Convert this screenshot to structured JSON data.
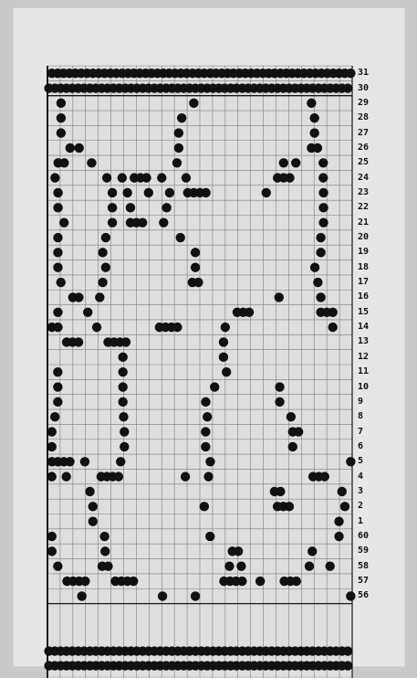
{
  "chart_data": {
    "type": "punchcard",
    "title": "",
    "grid": true,
    "colors": {
      "background": "#e6e6e6",
      "grid": "#7d7d7d",
      "dot": "#111111",
      "frame": "#1a1a1a"
    },
    "row_labels": [
      "31",
      "30",
      "29",
      "28",
      "27",
      "26",
      "25",
      "24",
      "23",
      "22",
      "21",
      "20",
      "19",
      "18",
      "17",
      "16",
      "15",
      "14",
      "13",
      "12",
      "11",
      "10",
      "9",
      "8",
      "7",
      "6",
      "5",
      "4",
      "3",
      "2",
      "1",
      "60",
      "59",
      "58",
      "57",
      "56"
    ],
    "rows": [
      ".#.#.#.#.#.#.#.#.#.#.#.#.#.#.#.#.#.#.#.#.#.#.#.#.#.#.#.#.#.#.#.#.#.#.#.#.#.#.#.#.#.#.#.#.#.#.#.#.#.#.#.#",
      "#.#.#.#.#.#.#.#.#.#.#.#.#.#.#.#.#.#.#.#.#.#.#.#.#.#.#.#.#.#.#.#.#.#.#.#.#.#.#.#.#.#.#.#.#.#.#.#.#.#.#.#.",
      "....#...........................................#......................................#.............",
      "....#.......................................#...........................................#............",
      "....#......................................#............................................#............",
      ".......#..#................................#...........................................#.#...........",
      "...#.#........#...........................#..................................#...#........#.........",
      "..#................#....#...#.#.#....#.......#.............................#.#.#..........#.........",
      "...#.................#....#......#......#.....#.#.#.#...................#..................#.........",
      "...#.................#.....#...........#...................................................#.........",
      ".....#...............#.....#.#.#......#....................................................#.........",
      "...#...............#........................#..............................................#..........",
      "...#..............#..............................#.........................................#..........",
      "...#...............#.............................#.......................................#............",
      "....#.............#.............................#.#.......................................#...........",
      "........#.#......#...........................................................#.............#..........",
      "...#.........#.................................................#.#.#.......................#.#.#......",
      ".#.#............#....................#.#.#.#...............#...................................#......",
      "......#.#.#.........#.#.#.#................................#...........................................",
      ".........................#.................................#...........................................",
      "...#.....................#..................................#..........................................",
      "...#.....................#..............................#.....................#........................",
      "...#.....................#...........................#........................#........................",
      "..#......................#...........................#...........................#....................",
      ".#........................#...........................#.............................#.#..................",
      ".#........................#...........................#.............................#....................",
      ".#.#.#.#....#...........#.............................#..............................................#",
      ".#....#...........#.#.#.#......................#.......#...................................#.#.#.........",
      "..............#..............................................................#.#....................#...",
      "...............#.....................................#........................#.#.#..................#..",
      "...............#...................................................................................#....",
      ".#.................#...................................#...........................................#....",
      ".#.................#..........................................#.#........................#.............",
      "...#..............#.#........................................#...#......................#......#.......",
      "......#.#.#.#.........#.#.#.#.............................#.#.#.#.....#.......#.#.#..................",
      "...........#..........................#..........#...................................................#"
    ],
    "feed_row": "#.#.#.#.#.#.#.#.#.#.#.#.#.#.#.#.#.#.#.#.#.#.#.#.#.#.#.#.#.#.#.#.#.#.#.#.#.#.#.#.#.#.#.#.#.#.#.#.#.#.#.#."
  }
}
